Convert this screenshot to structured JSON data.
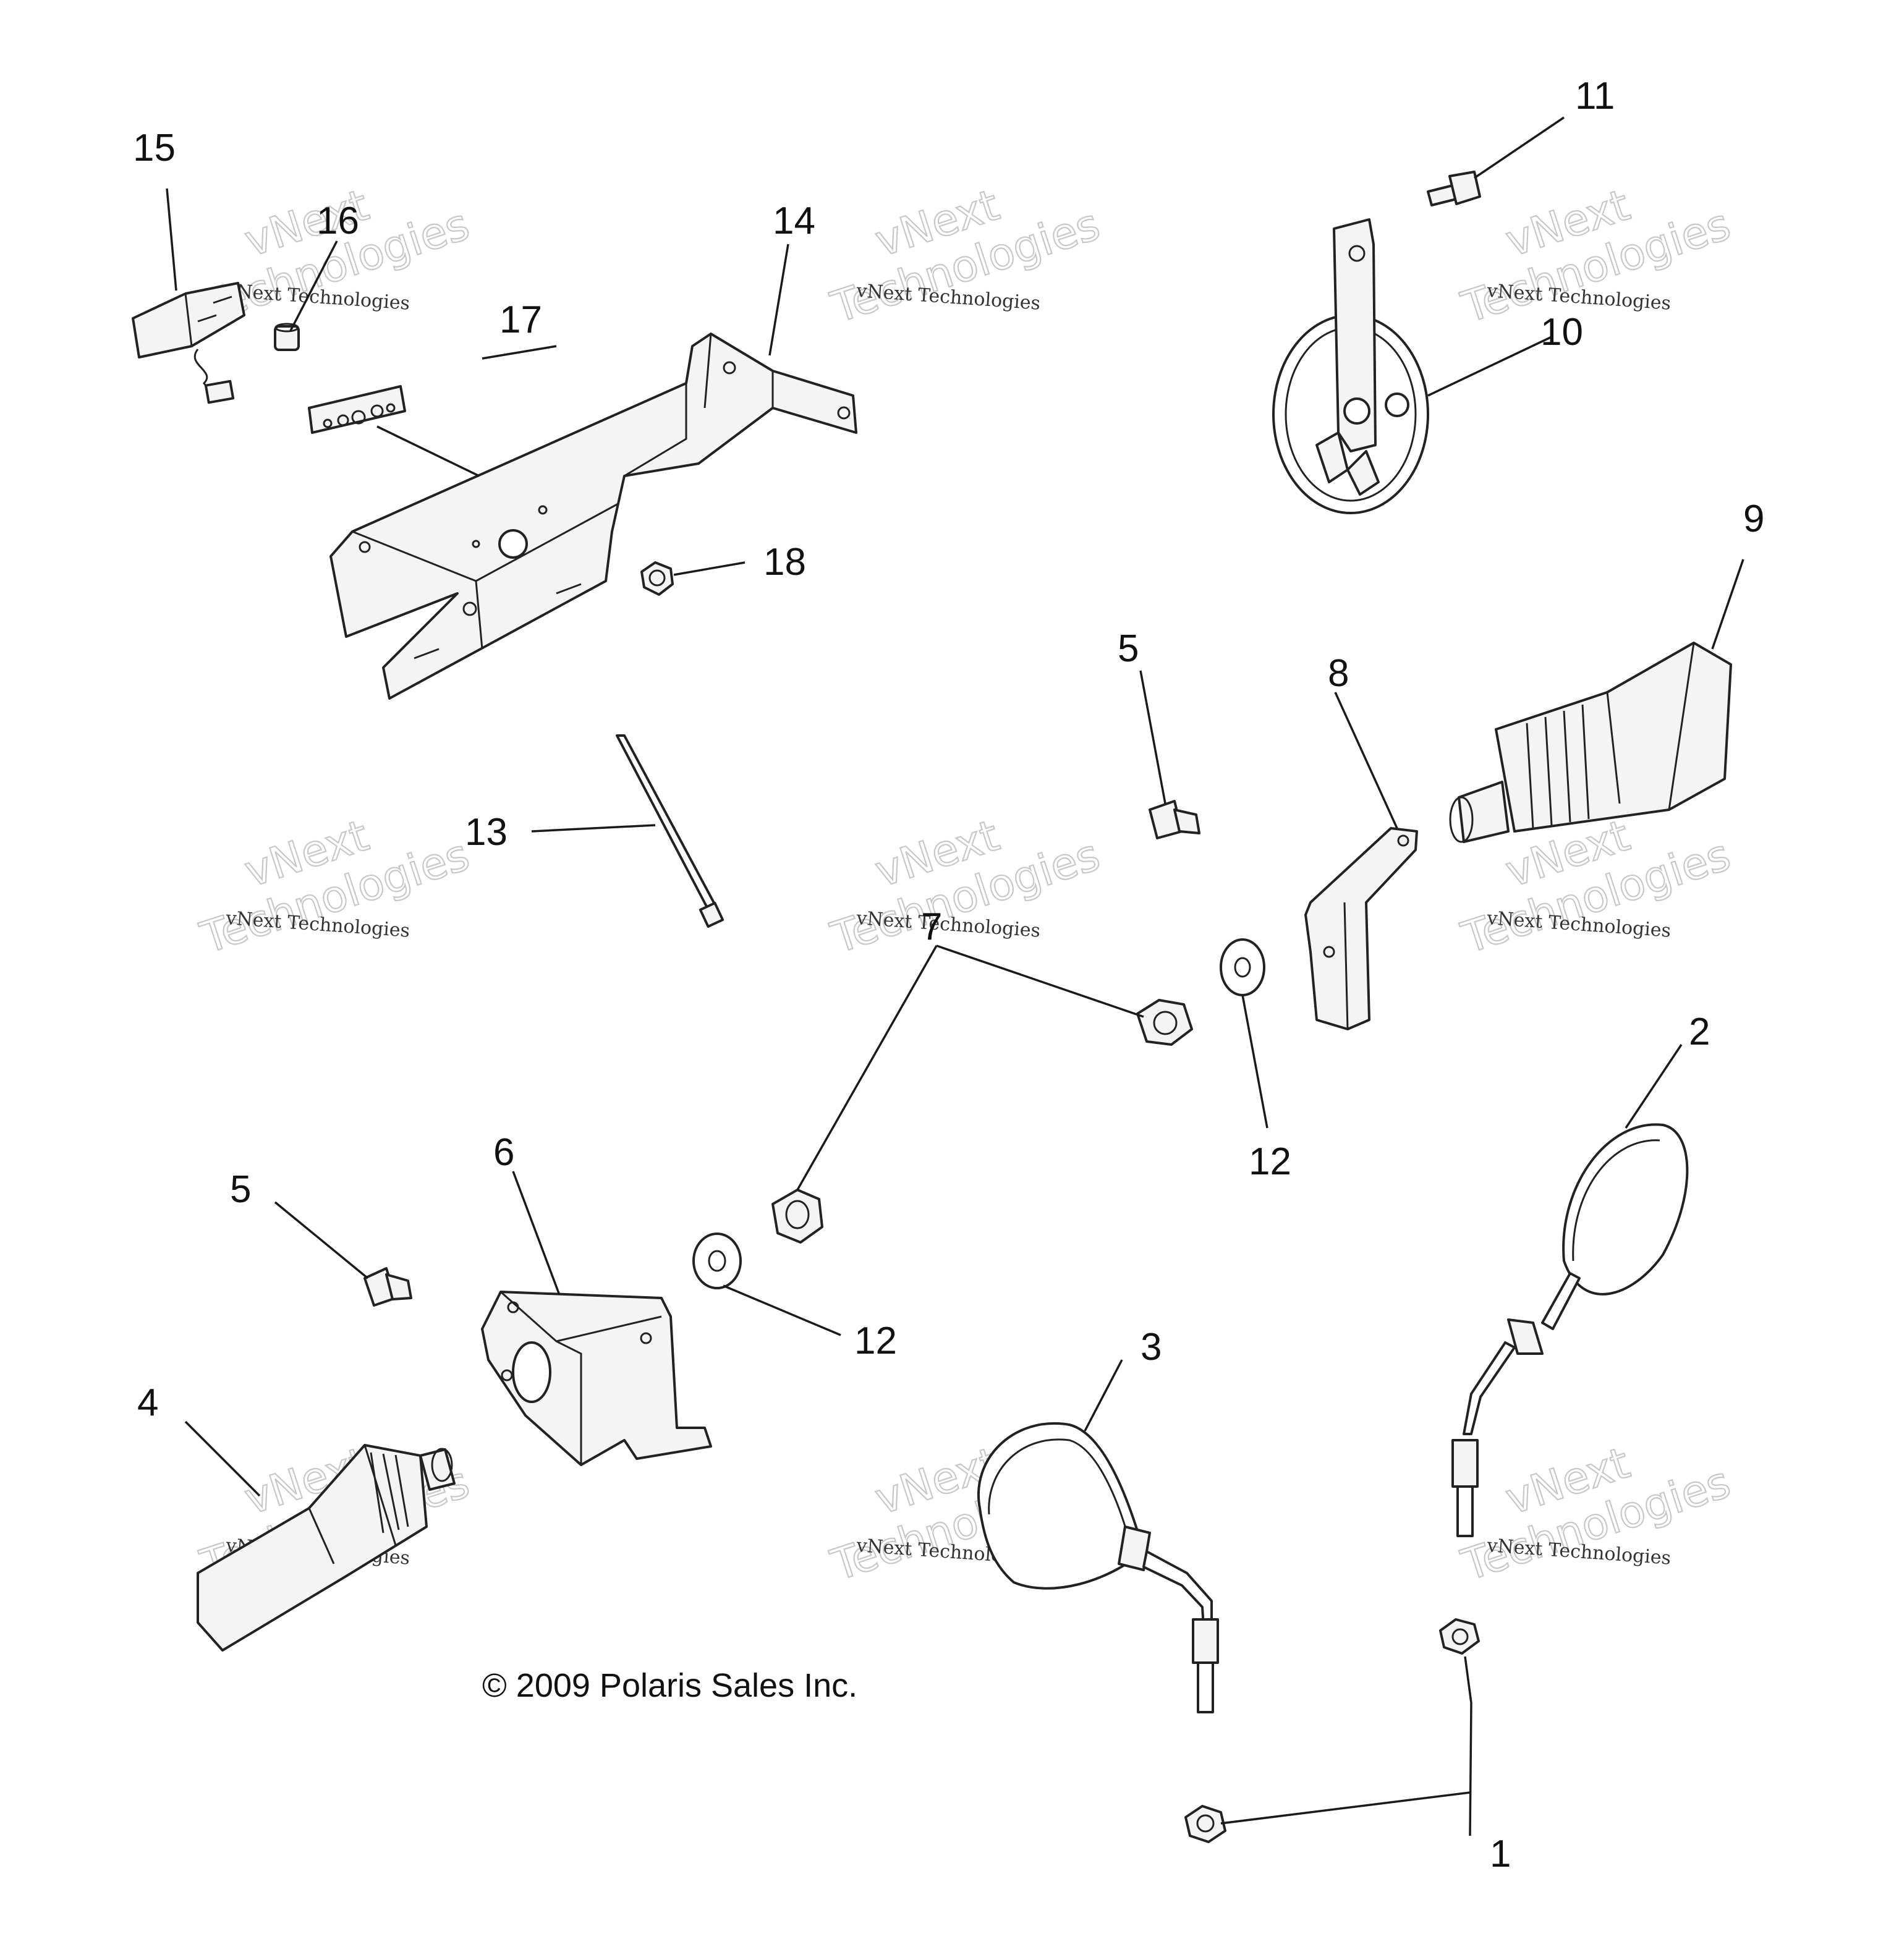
{
  "callouts": {
    "c1": "1",
    "c2": "2",
    "c3": "3",
    "c4": "4",
    "c5a": "5",
    "c5b": "5",
    "c6": "6",
    "c7": "7",
    "c8": "8",
    "c9": "9",
    "c10": "10",
    "c11": "11",
    "c12a": "12",
    "c12b": "12",
    "c13": "13",
    "c14": "14",
    "c15": "15",
    "c16": "16",
    "c17": "17",
    "c18": "18"
  },
  "copyright": "© 2009 Polaris Sales Inc.",
  "watermark": {
    "brand_line": "vNext Technologies",
    "big_word_1": "vNext",
    "big_word_2": "Technologies"
  },
  "colors": {
    "line": "#222222",
    "watermark": "#c8c8c8",
    "background": "#ffffff"
  }
}
